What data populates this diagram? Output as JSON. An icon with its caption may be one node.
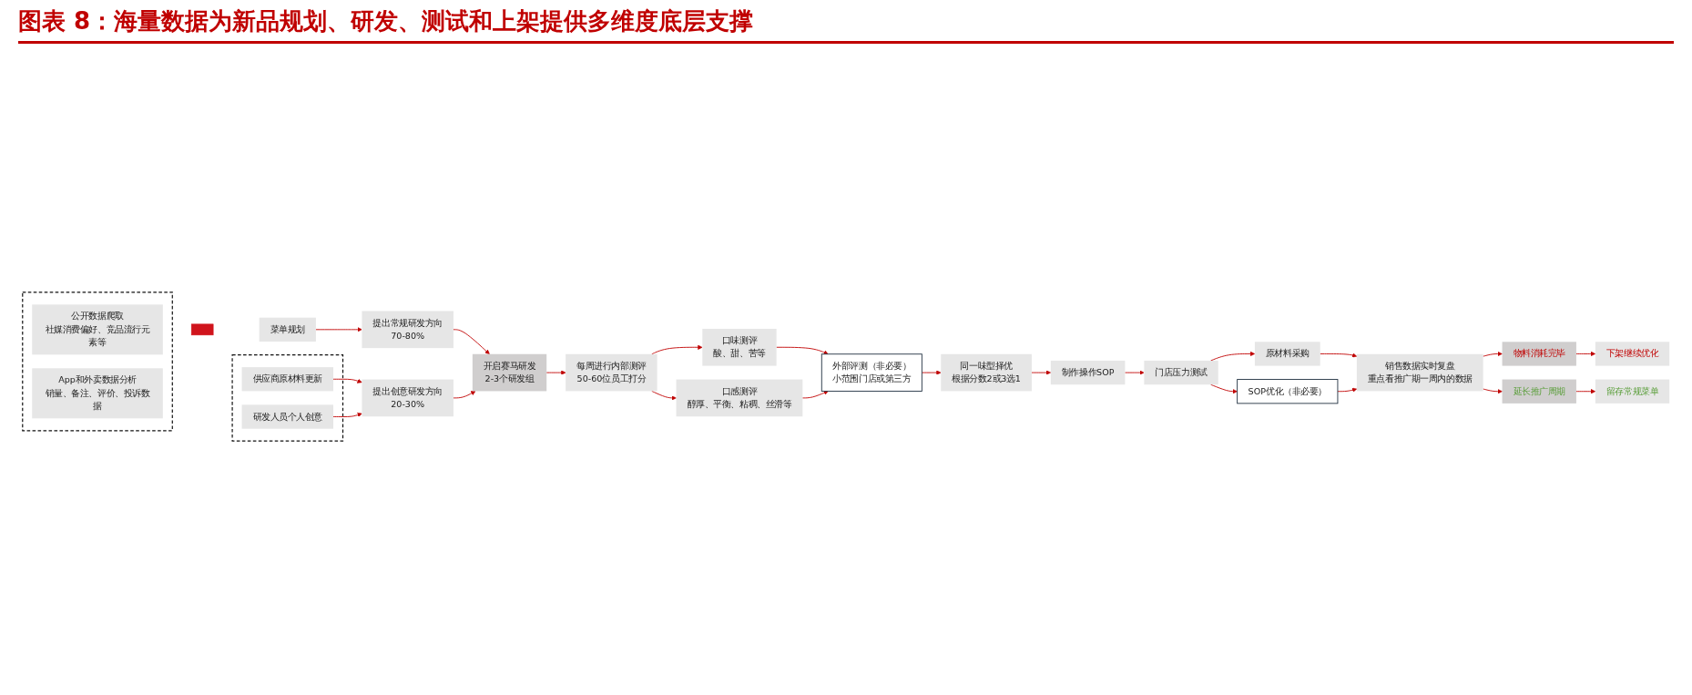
{
  "diagram": {
    "title": "图表 8：海量数据为新品规划、研发、测试和上架提供多维度底层支撑",
    "nodes": [
      {
        "text": [],
        "shape": "box"
      },
      {
        "text": [
          "公开数据爬取",
          "社媒消费偏好、竞品流行元素等"
        ],
        "in": 0
      },
      {
        "text": [
          "App和外卖数据分析",
          "销量、备注、评价、投诉数据"
        ],
        "in": 0
      },
      {
        "text": [],
        "shape": "cross"
      },
      {
        "text": [
          "菜单规划"
        ]
      },
      {
        "text": [
          "提出常规研发方向",
          "70-80%"
        ]
      },
      {
        "text": [
          "提出创意研发方向",
          "20-30%"
        ]
      },
      {
        "text": [],
        "shape": "box"
      },
      {
        "text": [
          "供应商原材料更新"
        ],
        "in": 7
      },
      {
        "text": [
          "研发人员个人创意"
        ],
        "in": 7
      },
      {
        "text": [
          "开启赛马研发",
          "2-3个研发组"
        ]
      },
      {
        "text": [
          "每周进行内部测评",
          "50-60位员工打分"
        ]
      },
      {
        "text": [
          "口味测评",
          "酸、甜、苦等"
        ]
      },
      {
        "text": [
          "口感测评",
          "醇厚、平衡、粘稠、丝滑等"
        ]
      },
      {
        "text": [
          "外部评测（非必要）",
          "小范围门店或第三方"
        ]
      },
      {
        "text": [
          "同一味型择优",
          "根据分数2或3选1"
        ]
      },
      {
        "text": [
          "制作操作SOP"
        ]
      },
      {
        "text": [
          "门店压力测试"
        ]
      },
      {
        "text": [
          "原材料采购"
        ]
      },
      {
        "text": [
          "SOP优化（非必要）"
        ]
      },
      {
        "text": [
          "销售数据实时复盘",
          "重点看推广期一周内的数据"
        ]
      },
      {
        "text": [
          "物料消耗完毕"
        ]
      },
      {
        "text": [
          "延长推广周期"
        ]
      },
      {
        "text": [
          "下架继续优化"
        ]
      },
      {
        "text": [
          "留存常规菜单"
        ]
      }
    ],
    "edges": [
      {
        "from": 4,
        "to": 5,
        "arrow": "to"
      },
      {
        "from": 5,
        "to": 10,
        "arrow": "to"
      },
      {
        "from": 6,
        "to": 10,
        "arrow": "to"
      },
      {
        "from": 8,
        "to": 6,
        "arrow": "to"
      },
      {
        "from": 9,
        "to": 6,
        "arrow": "to"
      },
      {
        "from": 10,
        "to": 11,
        "arrow": "to"
      },
      {
        "from": 11,
        "to": 12,
        "arrow": "to"
      },
      {
        "from": 11,
        "to": 13,
        "arrow": "to"
      },
      {
        "from": 12,
        "to": 14,
        "arrow": "to"
      },
      {
        "from": 13,
        "to": 14,
        "arrow": "to"
      },
      {
        "from": 14,
        "to": 15,
        "arrow": "to"
      },
      {
        "from": 15,
        "to": 16,
        "arrow": "to"
      },
      {
        "from": 16,
        "to": 17,
        "arrow": "to"
      },
      {
        "from": 17,
        "to": 18,
        "arrow": "to"
      },
      {
        "from": 17,
        "to": 19,
        "arrow": "to"
      },
      {
        "from": 18,
        "to": 20,
        "arrow": "to"
      },
      {
        "from": 19,
        "to": 20,
        "arrow": "to"
      },
      {
        "from": 20,
        "to": 21,
        "arrow": "to"
      },
      {
        "from": 20,
        "to": 22,
        "arrow": "to"
      },
      {
        "from": 21,
        "to": 23,
        "arrow": "to"
      },
      {
        "from": 22,
        "to": 24,
        "arrow": "to"
      }
    ]
  }
}
